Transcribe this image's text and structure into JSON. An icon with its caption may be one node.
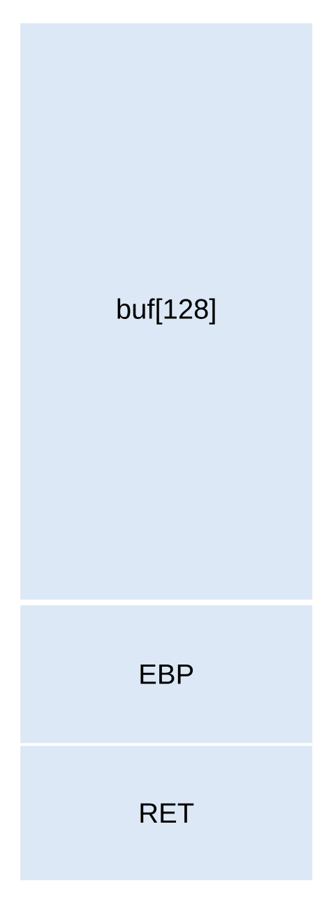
{
  "diagram": {
    "nodes": [
      {
        "text": [
          "buf[128]"
        ]
      },
      {
        "text": [
          "EBP"
        ]
      },
      {
        "text": [
          "RET"
        ]
      }
    ]
  }
}
